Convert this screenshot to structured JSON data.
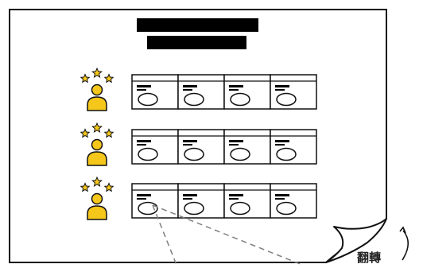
{
  "diagram": {
    "flip_label": "翻轉",
    "rows": 3,
    "cards_per_row": 4,
    "colors": {
      "outline": "#111111",
      "title_bar": "#000000",
      "person": "#F5C71A",
      "star": "#F5C71A",
      "dashed": "#808080",
      "paper": "#ffffff"
    },
    "icons": [
      "person-icon",
      "star-icon",
      "card-icon",
      "page-curl-icon",
      "curved-arrow-icon"
    ]
  }
}
